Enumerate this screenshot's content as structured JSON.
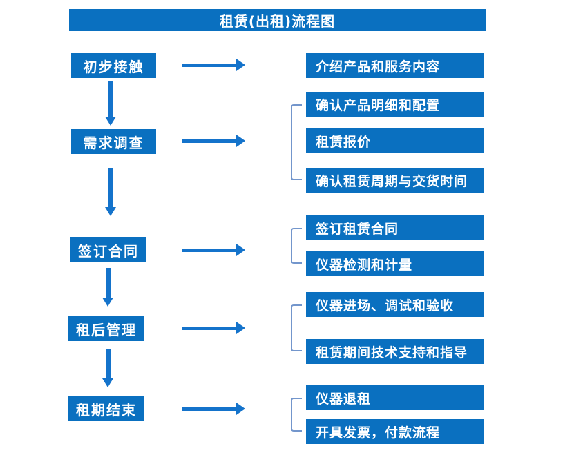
{
  "title": "租赁(出租)流程图",
  "colors": {
    "box_blue": "#0a70c0",
    "arrow_blue": "#1473cb",
    "bracket_blue": "#7396cc",
    "text_white": "#ffffff"
  },
  "steps": [
    {
      "label": "初步接触",
      "details": [
        "介绍产品和服务内容"
      ]
    },
    {
      "label": "需求调查",
      "details": [
        "确认产品明细和配置",
        "租赁报价",
        "确认租赁周期与交货时间"
      ]
    },
    {
      "label": "签订合同",
      "details": [
        "签订租赁合同",
        "仪器检测和计量"
      ]
    },
    {
      "label": "租后管理",
      "details": [
        "仪器进场、调试和验收",
        "租赁期间技术支持和指导"
      ]
    },
    {
      "label": "租期结束",
      "details": [
        "仪器退租",
        "开具发票，付款流程"
      ]
    }
  ]
}
